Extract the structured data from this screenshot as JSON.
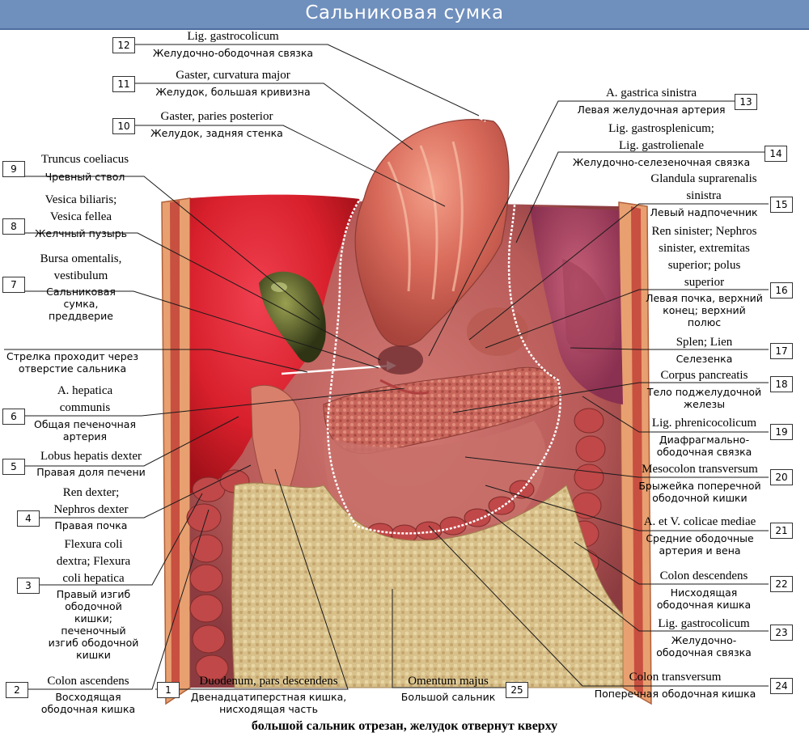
{
  "title": "Сальниковая сумка",
  "caption": "большой сальник отрезан, желудок отвернут кверху",
  "labels": [
    {
      "num": "12",
      "latin": "Lig. gastrocolicum",
      "russian": "Желудочно-ободочная связка"
    },
    {
      "num": "11",
      "latin": "Gaster, curvatura major",
      "russian": "Желудок, большая кривизна"
    },
    {
      "num": "10",
      "latin": "Gaster, paries posterior",
      "russian": "Желудок, задняя стенка"
    },
    {
      "num": "9",
      "latin": "Truncus coeliacus",
      "russian": "Чревный ствол"
    },
    {
      "num": "8",
      "latin": "Vesica biliaris; Vesica fellea",
      "latin_l1": "Vesica biliaris;",
      "latin_l2": "Vesica fellea",
      "russian": "Желчный пузырь"
    },
    {
      "num": "7",
      "latin": "Bursa omentalis, vestibulum",
      "latin_l1": "Bursa omentalis,",
      "latin_l2": "vestibulum",
      "russian": "Сальниковая сумка, преддверие",
      "russian_l1": "Сальниковая",
      "russian_l2": "сумка,",
      "russian_l3": "преддверие"
    },
    {
      "num": "",
      "latin": "",
      "russian": "Стрелка проходит через отверстие сальника",
      "russian_l1": "Стрелка проходит через",
      "russian_l2": "отверстие сальника"
    },
    {
      "num": "6",
      "latin": "A. hepatica communis",
      "latin_l1": "A. hepatica",
      "latin_l2": "communis",
      "russian": "Общая печеночная артерия",
      "russian_l1": "Общая печеночная",
      "russian_l2": "артерия"
    },
    {
      "num": "5",
      "latin": "Lobus hepatis dexter",
      "russian": "Правая доля печени"
    },
    {
      "num": "4",
      "latin": "Ren dexter; Nephros dexter",
      "latin_l1": "Ren dexter;",
      "latin_l2": "Nephros dexter",
      "russian": "Правая почка"
    },
    {
      "num": "3",
      "latin": "Flexura coli dextra; Flexura coli hepatica",
      "latin_l1": "Flexura coli",
      "latin_l2": "dextra; Flexura",
      "latin_l3": "coli hepatica",
      "russian": "Правый изгиб ободочной кишки; печеночный изгиб ободочной кишки",
      "russian_l1": "Правый изгиб",
      "russian_l2": "ободочной",
      "russian_l3": "кишки;",
      "russian_l4": "печеночный",
      "russian_l5": "изгиб ободочной",
      "russian_l6": "кишки"
    },
    {
      "num": "2",
      "latin": "Colon ascendens",
      "russian": "Восходящая ободочная кишка",
      "russian_l1": "Восходящая",
      "russian_l2": "ободочная кишка"
    },
    {
      "num": "1",
      "latin": "Duodenum, pars descendens",
      "russian": "Двенадцатиперстная кишка, нисходящая часть",
      "russian_l1": "Двенадцатиперстная кишка,",
      "russian_l2": "нисходящая часть"
    },
    {
      "num": "25",
      "latin": "Omentum majus",
      "russian": "Большой сальник"
    },
    {
      "num": "13",
      "latin": "A. gastrica sinistra",
      "russian": "Левая желудочная артерия"
    },
    {
      "num": "14",
      "latin": "Lig. gastrosplenicum; Lig. gastrolienale",
      "latin_l1": "Lig. gastrosplenicum;",
      "latin_l2": "Lig. gastrolienale",
      "russian": "Желудочно-селезеночная связка"
    },
    {
      "num": "15",
      "latin": "Glandula suprarenalis sinistra",
      "latin_l1": "Glandula suprarenalis",
      "latin_l2": "sinistra",
      "russian": "Левый надпочечник"
    },
    {
      "num": "16",
      "latin": "Ren sinister; Nephros sinister, extremitas superior; polus superior",
      "latin_l1": "Ren sinister; Nephros",
      "latin_l2": "sinister, extremitas",
      "latin_l3": "superior; polus",
      "latin_l4": "superior",
      "russian": "Левая почка, верхний конец; верхний полюс",
      "russian_l1": "Левая почка, верхний",
      "russian_l2": "конец; верхний",
      "russian_l3": "полюс"
    },
    {
      "num": "17",
      "latin": "Splen; Lien",
      "russian": "Селезенка"
    },
    {
      "num": "18",
      "latin": "Corpus pancreatis",
      "russian": "Тело поджелудочной железы",
      "russian_l1": "Тело поджелудочной",
      "russian_l2": "железы"
    },
    {
      "num": "19",
      "latin": "Lig. phrenicocolicum",
      "russian": "Диафрагмально-ободочная связка",
      "russian_l1": "Диафрагмально-",
      "russian_l2": "ободочная связка"
    },
    {
      "num": "20",
      "latin": "Mesocolon transversum",
      "russian": "Брыжейка поперечной ободочной кишки",
      "russian_l1": "Брыжейка поперечной",
      "russian_l2": "ободочной кишки"
    },
    {
      "num": "21",
      "latin": "A. et V. colicae mediae",
      "russian": "Средние ободочные артерия и вена",
      "russian_l1": "Средние ободочные",
      "russian_l2": "артерия и вена"
    },
    {
      "num": "22",
      "latin": "Colon descendens",
      "russian": "Нисходящая ободочная кишка",
      "russian_l1": "Нисходящая",
      "russian_l2": "ободочная кишка"
    },
    {
      "num": "23",
      "latin": "Lig. gastrocolicum",
      "russian": "Желудочно-ободочная связка",
      "russian_l1": "Желудочно-",
      "russian_l2": "ободочная связка"
    },
    {
      "num": "24",
      "latin": "Colon transversum",
      "russian": "Поперечная ободочная кишка"
    }
  ]
}
